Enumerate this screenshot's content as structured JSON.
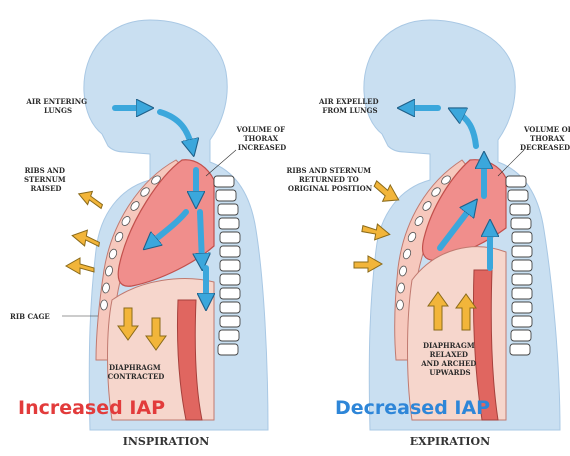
{
  "colors": {
    "body": "#c9dff1",
    "body_stroke": "#a9c8e4",
    "lung": "#f08e8c",
    "lung_dark": "#d9605c",
    "diaphragm": "#f6c8bd",
    "spine": "#ffffff",
    "arrow_blue": "#3ba7dc",
    "arrow_orange": "#f2b53a",
    "inc_title": "#e23b3b",
    "dec_title": "#2e86d8"
  },
  "inspiration": {
    "air_label": [
      "AIR ENTERING",
      "LUNGS"
    ],
    "volume_label": [
      "VOLUME OF",
      "THORAX",
      "INCREASED"
    ],
    "ribs_label": [
      "RIBS AND",
      "STERNUM",
      "RAISED"
    ],
    "ribcage_label": "RIB CAGE",
    "diaphragm_label": [
      "DIAPHRAGM",
      "CONTRACTED"
    ],
    "iap_title": "Increased IAP",
    "caption": "INSPIRATION"
  },
  "expiration": {
    "air_label": [
      "AIR EXPELLED",
      "FROM LUNGS"
    ],
    "volume_label": [
      "VOLUME OF",
      "THORAX",
      "DECREASED"
    ],
    "ribs_label": [
      "RIBS AND STERNUM",
      "RETURNED TO",
      "ORIGINAL POSITION"
    ],
    "diaphragm_label": [
      "DIAPHRAGM",
      "RELAXED",
      "AND ARCHED",
      "UPWARDS"
    ],
    "iap_title": "Decreased IAP",
    "caption": "EXPIRATION"
  }
}
